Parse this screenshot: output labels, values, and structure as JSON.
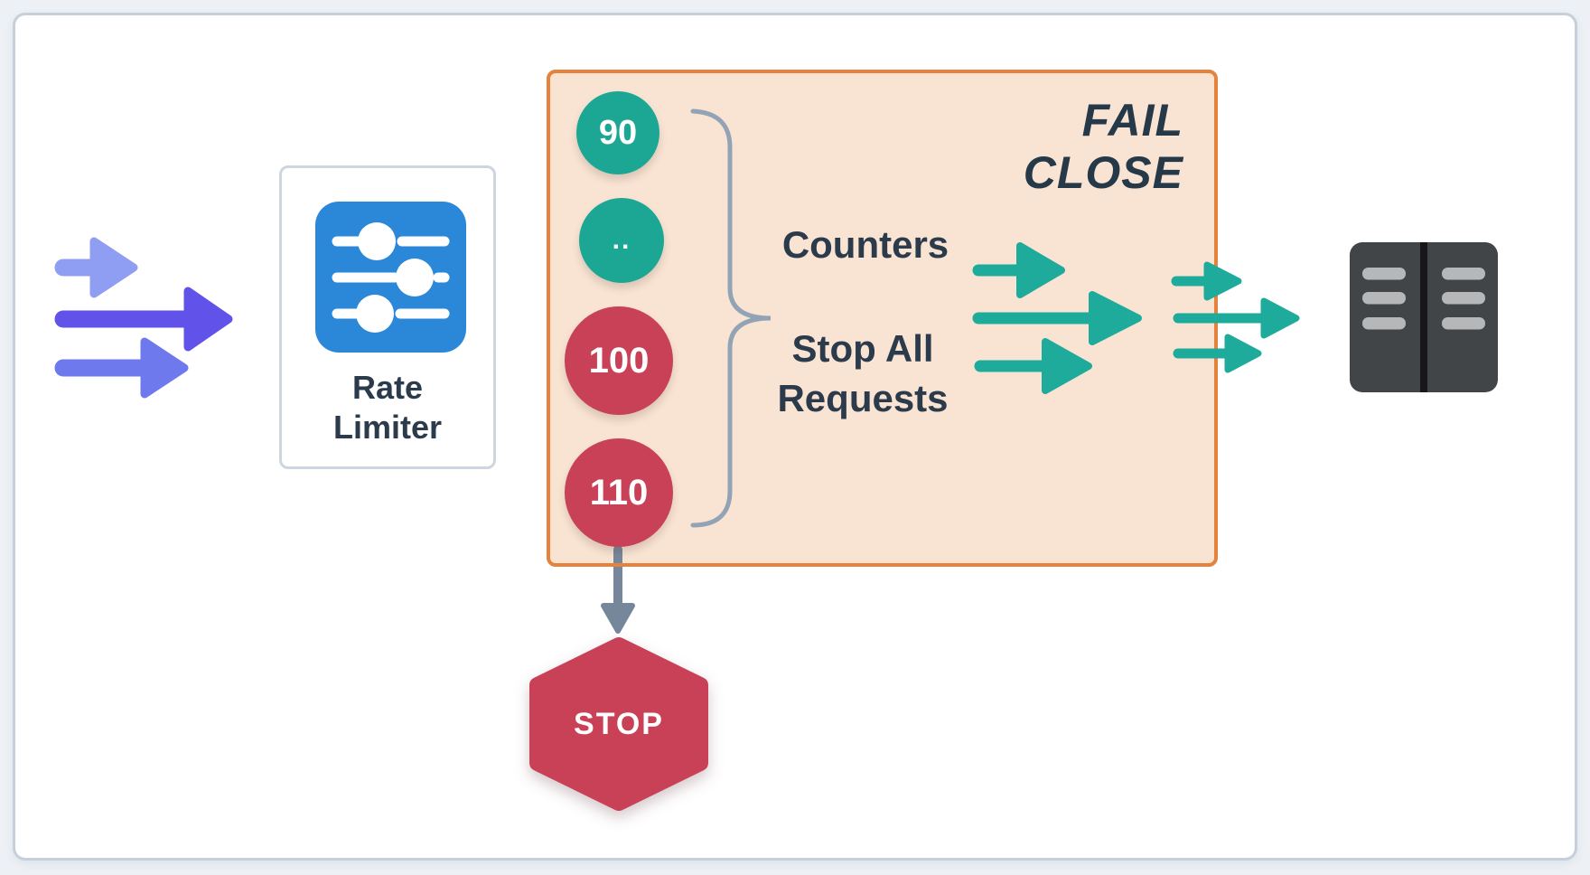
{
  "title": "FAIL CLOSE",
  "rate_limiter": {
    "line1": "Rate",
    "line2": "Limiter"
  },
  "counters": {
    "label": "Counters",
    "items": [
      {
        "value": "90",
        "status": "ok"
      },
      {
        "value": "..",
        "status": "ok"
      },
      {
        "value": "100",
        "status": "limit"
      },
      {
        "value": "110",
        "status": "limit"
      }
    ]
  },
  "stop_all": {
    "line1": "Stop All",
    "line2": "Requests"
  },
  "stop_badge": {
    "label": "STOP"
  },
  "icons": {
    "incoming": "triple-arrow-right-icon",
    "rate_limiter": "sliders-icon",
    "grouping": "curly-brace-icon",
    "forward": "triple-arrow-right-icon",
    "outgoing": "triple-arrow-right-icon",
    "backend": "server-icon",
    "to_stop": "down-arrow-icon",
    "stop": "hexagon-badge-icon"
  },
  "colors": {
    "page_bg": "#EDF1F6",
    "panel_border": "#C5D0DB",
    "card_border": "#CDD6DE",
    "blue": "#2B87D8",
    "purple_light": "#8F9EF2",
    "purple": "#6152E9",
    "purple_mid": "#6D79ED",
    "teal": "#1CA795",
    "teal_arrow": "#1FAB9B",
    "red": "#C94157",
    "orange": "#E5823C",
    "peach": "#F9E4D3",
    "text_dark": "#2C3B4C",
    "brace": "#93A3B6",
    "gray_arrow": "#77879B",
    "server_body": "#424548",
    "server_stripe": "#17171A",
    "server_bar": "#B5B7B9"
  }
}
